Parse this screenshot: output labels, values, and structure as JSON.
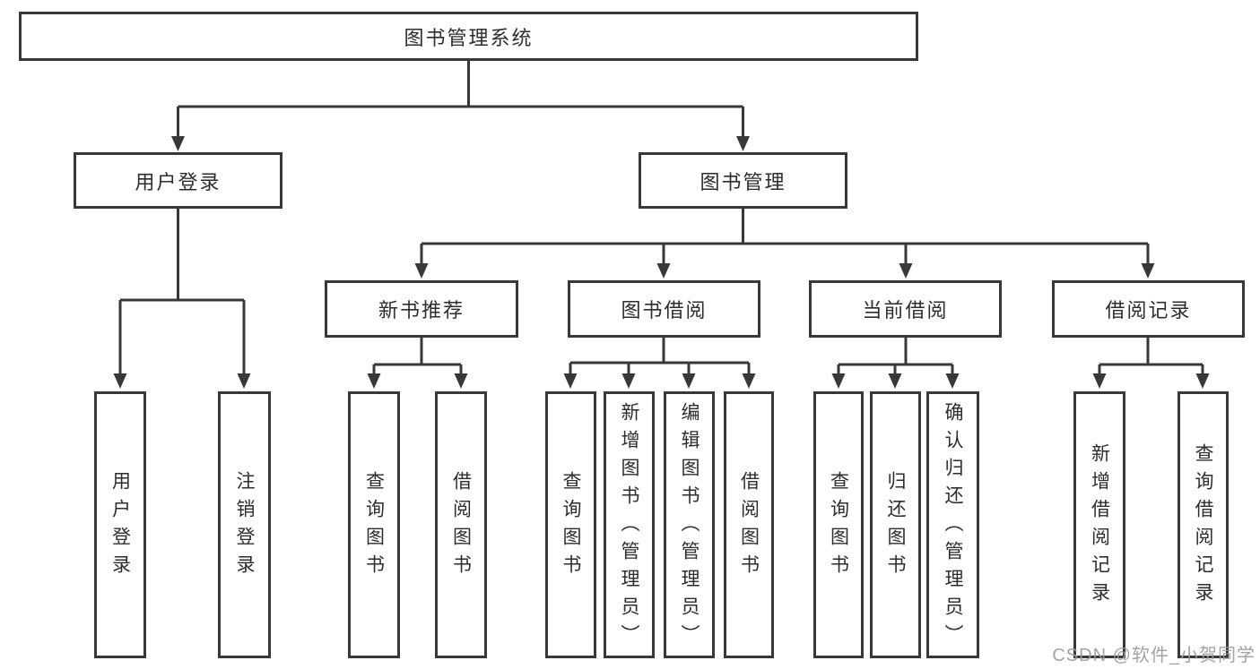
{
  "tree": {
    "label": "图书管理系统",
    "children": [
      {
        "label": "用户登录",
        "children": [
          {
            "label": "用户登录"
          },
          {
            "label": "注销登录"
          }
        ]
      },
      {
        "label": "图书管理",
        "children": [
          {
            "label": "新书推荐",
            "children": [
              {
                "label": "查询图书"
              },
              {
                "label": "借阅图书"
              }
            ]
          },
          {
            "label": "图书借阅",
            "children": [
              {
                "label": "查询图书"
              },
              {
                "label": "新增图书（管理员）"
              },
              {
                "label": "编辑图书（管理员）"
              },
              {
                "label": "借阅图书"
              }
            ]
          },
          {
            "label": "当前借阅",
            "children": [
              {
                "label": "查询图书"
              },
              {
                "label": "归还图书"
              },
              {
                "label": "确认归还（管理员）"
              }
            ]
          },
          {
            "label": "借阅记录",
            "children": [
              {
                "label": "新增借阅记录"
              },
              {
                "label": "查询借阅记录"
              }
            ]
          }
        ]
      }
    ]
  },
  "watermark": {
    "text": "CSDN @软件_小贺同学"
  },
  "colors": {
    "line": "#383838",
    "box_border": "#383838",
    "text": "#2d2d2d",
    "watermark": "#9a9a9e",
    "background": "#ffffff"
  }
}
